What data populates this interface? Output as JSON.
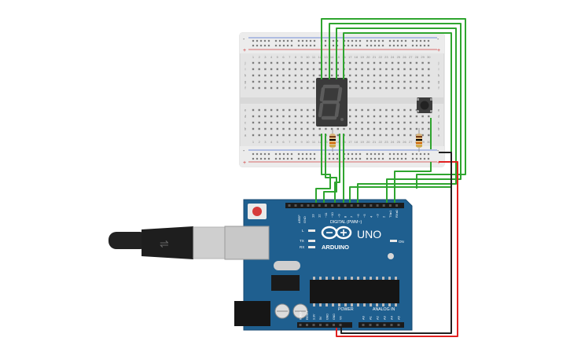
{
  "breadboard": {
    "rail_plus": "+",
    "rail_minus": "-",
    "row_letters_top": [
      "j",
      "i",
      "h",
      "g",
      "f"
    ],
    "row_letters_bottom": [
      "e",
      "d",
      "c",
      "b",
      "a"
    ],
    "column_numbers": [
      "1",
      "2",
      "3",
      "4",
      "5",
      "6",
      "7",
      "8",
      "9",
      "10",
      "11",
      "12",
      "13",
      "14",
      "15",
      "16",
      "17",
      "18",
      "19",
      "20",
      "21",
      "22",
      "23",
      "24",
      "25",
      "26",
      "27",
      "28",
      "29",
      "30"
    ]
  },
  "arduino": {
    "brand": "ARDUINO",
    "model": "UNO",
    "digital_label": "DIGITAL (PWM~)",
    "power_label": "POWER",
    "analog_label": "ANALOG IN",
    "on_label": "ON",
    "l_label": "L",
    "tx_label": "TX",
    "rx_label": "RX",
    "aref_label": "AREF",
    "gnd_label": "GND",
    "digital_pins": [
      "13",
      "12",
      "~11",
      "~10",
      "~9",
      "8",
      "7",
      "~6",
      "~5",
      "4",
      "~3",
      "2",
      "TX▸1",
      "RX◂0"
    ],
    "power_pins": [
      "IOREF",
      "RESET",
      "3.3V",
      "5V",
      "GND",
      "GND",
      "Vin"
    ],
    "analog_pins": [
      "A0",
      "A1",
      "A2",
      "A3",
      "A4",
      "A5"
    ]
  },
  "display": {
    "digit": "8"
  },
  "colors": {
    "board": "#1f5f8f",
    "breadboard": "#e6e6e6",
    "wire_green": "#2fa52f",
    "wire_red": "#e02020",
    "wire_black": "#202020",
    "display_body": "#3a3a3a"
  }
}
